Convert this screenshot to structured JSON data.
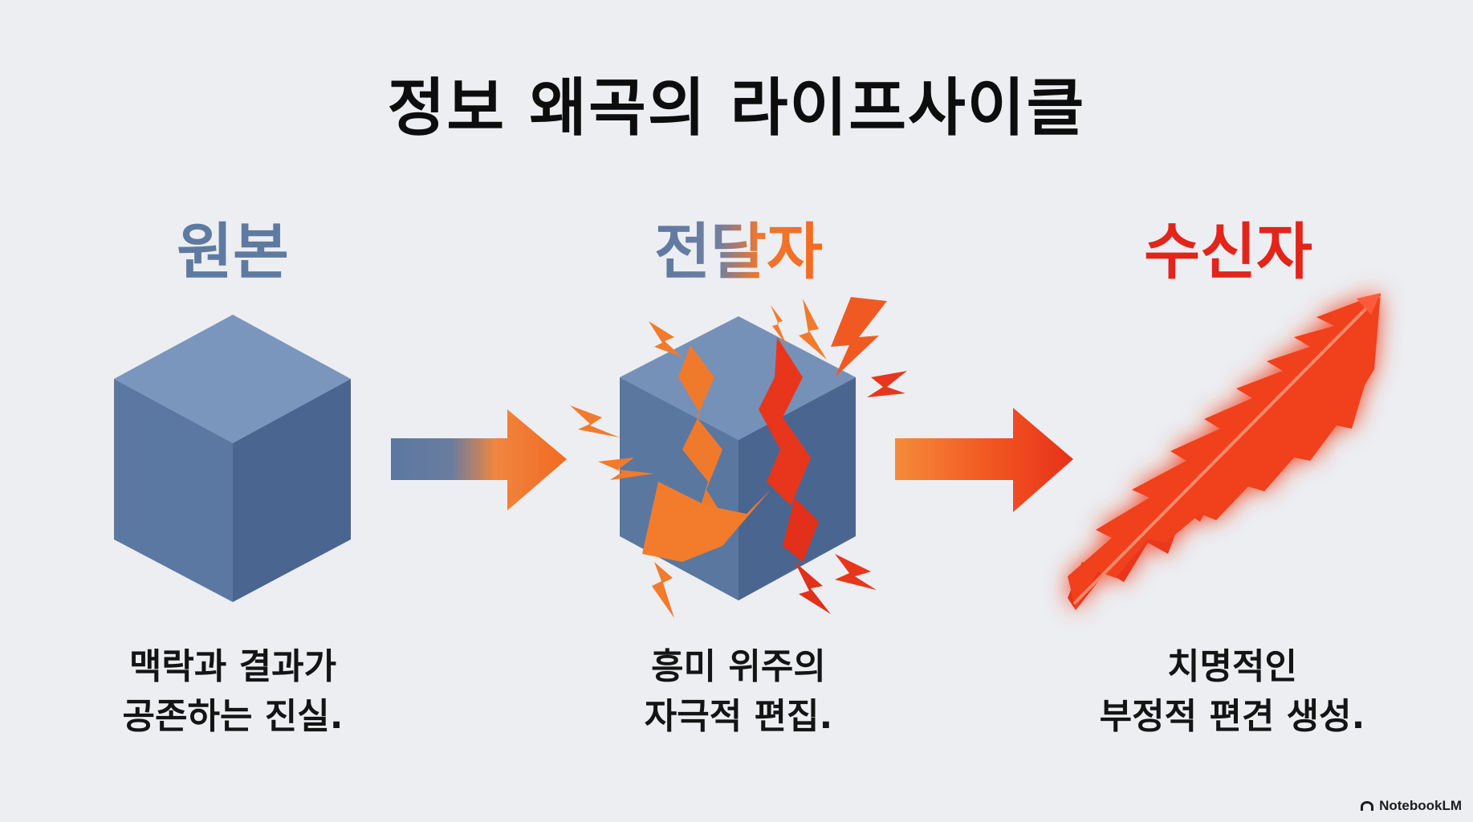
{
  "title": "정보 왜곡의 라이프사이클",
  "stages": [
    {
      "label": "원본",
      "caption_line1": "맥락과 결과가",
      "caption_line2": "공존하는 진실."
    },
    {
      "label": "전달자",
      "caption_line1": "흥미 위주의",
      "caption_line2": "자극적 편집."
    },
    {
      "label": "수신자",
      "caption_line1": "치명적인",
      "caption_line2": "부정적 편견 생성."
    }
  ],
  "colors": {
    "blue": "#5f7aa0",
    "orange": "#f27a2c",
    "red": "#e2241a",
    "background": "#eceef2"
  },
  "brand": "NotebookLM"
}
